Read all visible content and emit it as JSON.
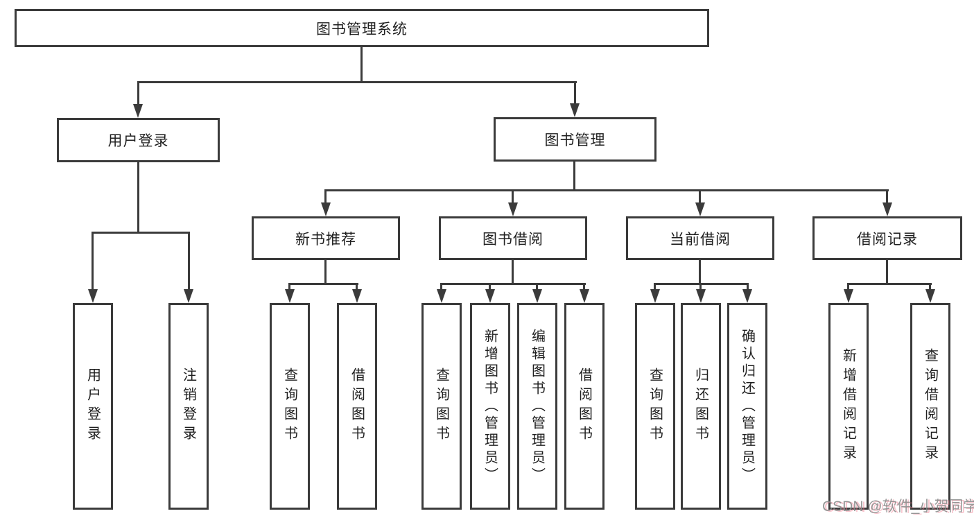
{
  "title": "图书管理系统",
  "watermark": "CSDN @软件_小贺同学",
  "colors": {
    "line": "#3b3b3b",
    "text": "#1f1f1f",
    "background": "#ffffff",
    "watermark_text": "#8c8c8c",
    "watermark_shadow": "#f0788c"
  },
  "level2": [
    {
      "label": "用户登录"
    },
    {
      "label": "图书管理"
    }
  ],
  "level3": [
    {
      "label": "新书推荐"
    },
    {
      "label": "图书借阅"
    },
    {
      "label": "当前借阅"
    },
    {
      "label": "借阅记录"
    }
  ],
  "leaves": [
    {
      "label": "用户登录"
    },
    {
      "label": "注销登录"
    },
    {
      "label": "查询图书"
    },
    {
      "label": "借阅图书"
    },
    {
      "label": "查询图书"
    },
    {
      "label": "新增图书（管理员）"
    },
    {
      "label": "编辑图书（管理员）"
    },
    {
      "label": "借阅图书"
    },
    {
      "label": "查询图书"
    },
    {
      "label": "归还图书"
    },
    {
      "label": "确认归还（管理员）"
    },
    {
      "label": "新增借阅记录"
    },
    {
      "label": "查询借阅记录"
    }
  ]
}
